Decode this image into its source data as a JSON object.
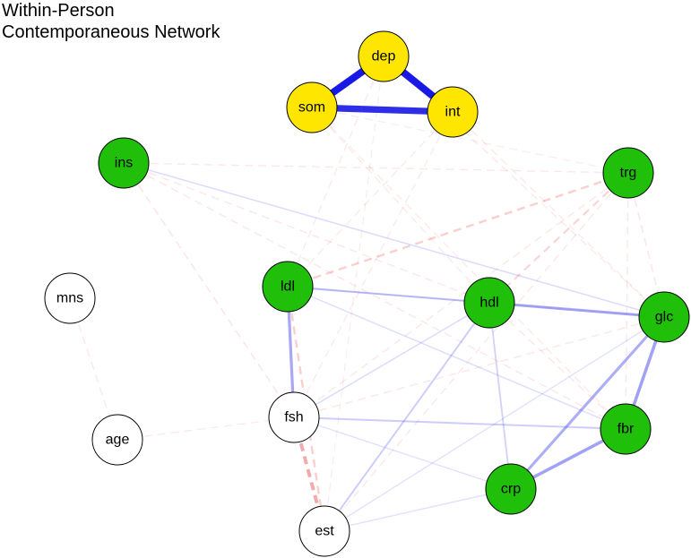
{
  "title": {
    "line1": "Within-Person",
    "line2": "Contemporaneous Network"
  },
  "colors": {
    "symptom_node": "#FFE600",
    "biomarker_node": "#1FBF0A",
    "other_node": "#FFFFFF",
    "positive_edge": "#1414E6",
    "negative_edge": "#E64545"
  },
  "nodes": [
    {
      "id": "dep",
      "label": "dep",
      "group": "symptom"
    },
    {
      "id": "som",
      "label": "som",
      "group": "symptom"
    },
    {
      "id": "int",
      "label": "int",
      "group": "symptom"
    },
    {
      "id": "ins",
      "label": "ins",
      "group": "biomarker"
    },
    {
      "id": "trg",
      "label": "trg",
      "group": "biomarker"
    },
    {
      "id": "ldl",
      "label": "ldl",
      "group": "biomarker"
    },
    {
      "id": "hdl",
      "label": "hdl",
      "group": "biomarker"
    },
    {
      "id": "glc",
      "label": "glc",
      "group": "biomarker"
    },
    {
      "id": "fbr",
      "label": "fbr",
      "group": "biomarker"
    },
    {
      "id": "crp",
      "label": "crp",
      "group": "biomarker"
    },
    {
      "id": "mns",
      "label": "mns",
      "group": "other"
    },
    {
      "id": "age",
      "label": "age",
      "group": "other"
    },
    {
      "id": "fsh",
      "label": "fsh",
      "group": "other"
    },
    {
      "id": "est",
      "label": "est",
      "group": "other"
    }
  ],
  "edges": [
    {
      "from": "dep",
      "to": "som",
      "sign": "positive",
      "strength": 1.0
    },
    {
      "from": "dep",
      "to": "int",
      "sign": "positive",
      "strength": 1.0
    },
    {
      "from": "som",
      "to": "int",
      "sign": "positive",
      "strength": 0.9
    },
    {
      "from": "ldl",
      "to": "fsh",
      "sign": "positive",
      "strength": 0.32
    },
    {
      "from": "glc",
      "to": "fbr",
      "sign": "positive",
      "strength": 0.36
    },
    {
      "from": "glc",
      "to": "crp",
      "sign": "positive",
      "strength": 0.3
    },
    {
      "from": "fbr",
      "to": "crp",
      "sign": "positive",
      "strength": 0.36
    },
    {
      "from": "hdl",
      "to": "glc",
      "sign": "positive",
      "strength": 0.3
    },
    {
      "from": "fsh",
      "to": "est",
      "sign": "negative",
      "strength": 0.42
    },
    {
      "from": "ldl",
      "to": "est",
      "sign": "negative",
      "strength": 0.2
    },
    {
      "from": "ldl",
      "to": "trg",
      "sign": "negative",
      "strength": 0.2
    },
    {
      "from": "trg",
      "to": "hdl",
      "sign": "negative",
      "strength": 0.17
    },
    {
      "from": "ldl",
      "to": "hdl",
      "sign": "positive",
      "strength": 0.17
    },
    {
      "from": "hdl",
      "to": "est",
      "sign": "positive",
      "strength": 0.14
    },
    {
      "from": "fsh",
      "to": "fbr",
      "sign": "positive",
      "strength": 0.14
    },
    {
      "from": "hdl",
      "to": "crp",
      "sign": "positive",
      "strength": 0.12
    },
    {
      "from": "ins",
      "to": "glc",
      "sign": "positive",
      "strength": 0.08
    },
    {
      "from": "ins",
      "to": "trg",
      "sign": "negative",
      "strength": 0.05
    },
    {
      "from": "ins",
      "to": "fsh",
      "sign": "negative",
      "strength": 0.07
    },
    {
      "from": "ins",
      "to": "hdl",
      "sign": "negative",
      "strength": 0.06
    },
    {
      "from": "ins",
      "to": "fbr",
      "sign": "negative",
      "strength": 0.06
    },
    {
      "from": "trg",
      "to": "glc",
      "sign": "negative",
      "strength": 0.07
    },
    {
      "from": "trg",
      "to": "fbr",
      "sign": "negative",
      "strength": 0.06
    },
    {
      "from": "trg",
      "to": "fsh",
      "sign": "negative",
      "strength": 0.06
    },
    {
      "from": "trg",
      "to": "est",
      "sign": "negative",
      "strength": 0.05
    },
    {
      "from": "mns",
      "to": "age",
      "sign": "negative",
      "strength": 0.05
    },
    {
      "from": "age",
      "to": "fsh",
      "sign": "negative",
      "strength": 0.04
    },
    {
      "from": "ldl",
      "to": "fbr",
      "sign": "positive",
      "strength": 0.07
    },
    {
      "from": "ldl",
      "to": "glc",
      "sign": "positive",
      "strength": 0.06
    },
    {
      "from": "hdl",
      "to": "fsh",
      "sign": "positive",
      "strength": 0.08
    },
    {
      "from": "hdl",
      "to": "fbr",
      "sign": "negative",
      "strength": 0.06
    },
    {
      "from": "glc",
      "to": "fsh",
      "sign": "negative",
      "strength": 0.06
    },
    {
      "from": "glc",
      "to": "est",
      "sign": "positive",
      "strength": 0.05
    },
    {
      "from": "est",
      "to": "crp",
      "sign": "positive",
      "strength": 0.06
    },
    {
      "from": "fsh",
      "to": "crp",
      "sign": "positive",
      "strength": 0.05
    },
    {
      "from": "dep",
      "to": "glc",
      "sign": "negative",
      "strength": 0.04
    },
    {
      "from": "dep",
      "to": "ldl",
      "sign": "negative",
      "strength": 0.04
    },
    {
      "from": "int",
      "to": "fsh",
      "sign": "negative",
      "strength": 0.04
    },
    {
      "from": "int",
      "to": "glc",
      "sign": "negative",
      "strength": 0.04
    },
    {
      "from": "som",
      "to": "hdl",
      "sign": "negative",
      "strength": 0.04
    },
    {
      "from": "som",
      "to": "fbr",
      "sign": "negative",
      "strength": 0.04
    },
    {
      "from": "som",
      "to": "trg",
      "sign": "negative",
      "strength": 0.03
    },
    {
      "from": "int",
      "to": "ldl",
      "sign": "negative",
      "strength": 0.04
    },
    {
      "from": "dep",
      "to": "est",
      "sign": "negative",
      "strength": 0.03
    }
  ]
}
